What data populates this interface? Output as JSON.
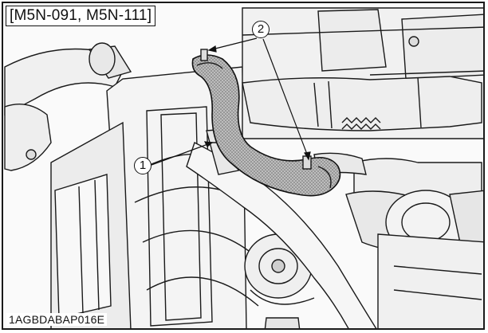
{
  "figure": {
    "model_tag": "[M5N-091, M5N-111]",
    "figure_code": "1AGBDABAP016E",
    "callouts": [
      {
        "number": "1"
      },
      {
        "number": "2"
      }
    ]
  },
  "colors": {
    "line": "#1a1a1a",
    "highlighted_hose_fill": "#9a9a9a",
    "background": "#fafafa"
  }
}
